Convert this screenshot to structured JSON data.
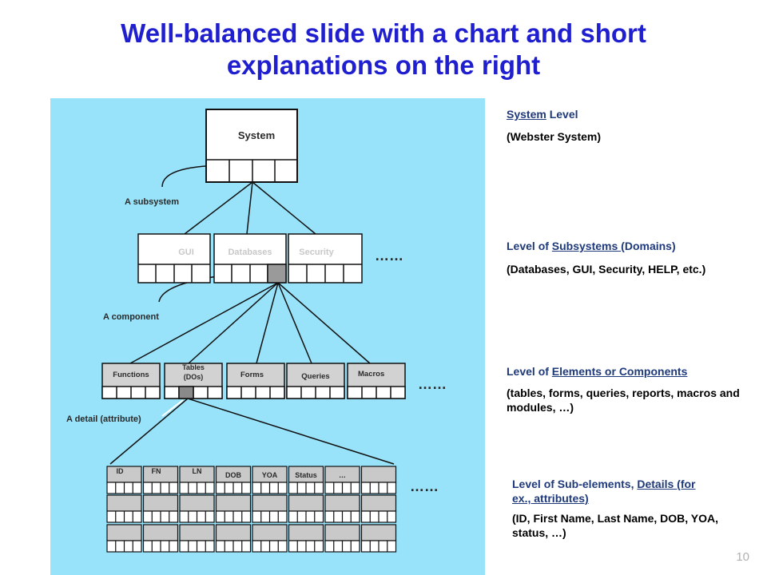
{
  "title": {
    "line1": "Well-balanced slide with a chart and short",
    "line2": "explanations on the right"
  },
  "diagram": {
    "system": {
      "label": "System"
    },
    "subsystem_label": "A subsystem",
    "component_label": "A component",
    "detail_label": "A detail (attribute)",
    "subsystems": [
      {
        "label": "GUI"
      },
      {
        "label": "Databases"
      },
      {
        "label": "Security"
      }
    ],
    "components": [
      {
        "label": "Functions"
      },
      {
        "label": "Tables"
      },
      {
        "label": "Forms"
      },
      {
        "label": "Queries"
      },
      {
        "label": "Macros"
      }
    ],
    "components_sub": "(DOs)",
    "details": [
      {
        "label": "ID"
      },
      {
        "label": "FN"
      },
      {
        "label": "LN"
      },
      {
        "label": "DOB"
      },
      {
        "label": "YOA"
      },
      {
        "label": "Status"
      },
      {
        "label": "…"
      }
    ],
    "ellipsis": "……"
  },
  "notes": {
    "system": {
      "key": "System",
      "rest": " Level",
      "detail": "(Webster System)"
    },
    "subsystems": {
      "pre": "Level of ",
      "key": "Subsystems ",
      "rest": "(Domains)",
      "detail": "(Databases, GUI, Security, HELP, etc.)"
    },
    "components": {
      "pre": "Level of ",
      "key": "Elements or Components",
      "detail": "(tables, forms, queries, reports, macros and modules, …)"
    },
    "details": {
      "pre": "Level of Sub-elements, ",
      "key": "Details (for ex., attributes)",
      "detail": "(ID, First Name, Last Name, DOB, YOA, status, …)"
    }
  },
  "page_number": "10"
}
